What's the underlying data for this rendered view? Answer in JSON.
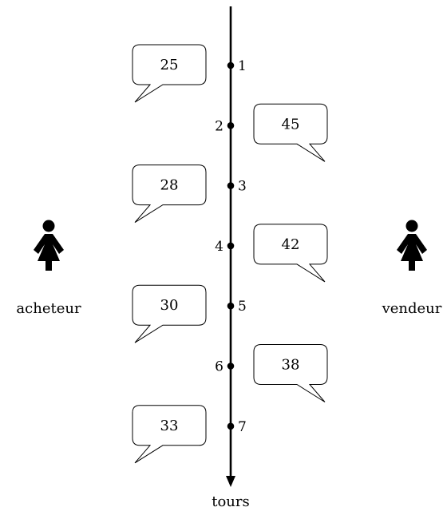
{
  "timeline": {
    "axis_label": "tours",
    "rounds": [
      {
        "number": "1",
        "speaker": "acheteur",
        "offer": "25"
      },
      {
        "number": "2",
        "speaker": "vendeur",
        "offer": "45"
      },
      {
        "number": "3",
        "speaker": "acheteur",
        "offer": "28"
      },
      {
        "number": "4",
        "speaker": "vendeur",
        "offer": "42"
      },
      {
        "number": "5",
        "speaker": "acheteur",
        "offer": "30"
      },
      {
        "number": "6",
        "speaker": "vendeur",
        "offer": "38"
      },
      {
        "number": "7",
        "speaker": "acheteur",
        "offer": "33"
      }
    ]
  },
  "parties": {
    "buyer": {
      "label": "acheteur",
      "icon": "woman-icon"
    },
    "seller": {
      "label": "vendeur",
      "icon": "woman-icon"
    }
  },
  "colors": {
    "ink": "#000000",
    "background": "#ffffff"
  }
}
